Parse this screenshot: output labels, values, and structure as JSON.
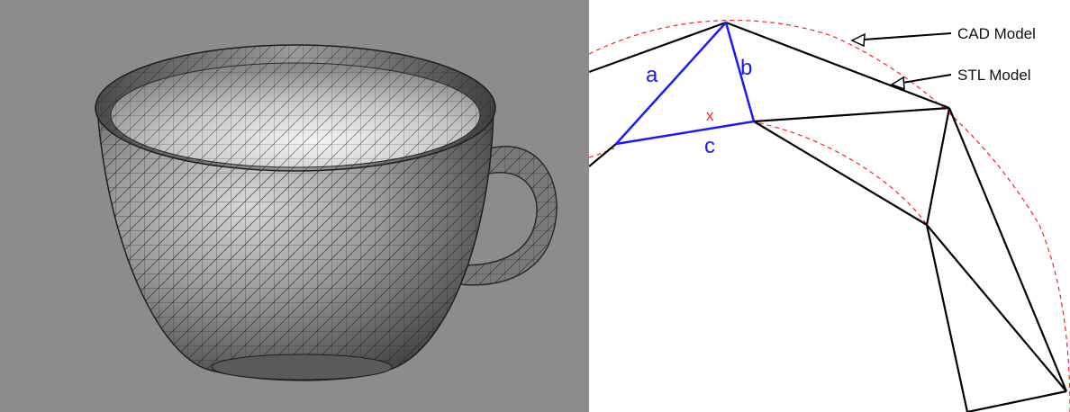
{
  "colors": {
    "render_background": "#8c8c8c",
    "mesh_edge": "#2a2a2a",
    "facet_outline": "#000000",
    "highlight_triangle": "#1a1aff",
    "cad_outline": "#ff2020"
  },
  "cup_render": {
    "icon": "coffee-cup-mesh"
  },
  "diagram": {
    "labels": {
      "side_a": "a",
      "side_b": "b",
      "side_c": "c",
      "point_x": "x",
      "cad_model": "CAD Model",
      "stl_model": "STL Model"
    }
  }
}
